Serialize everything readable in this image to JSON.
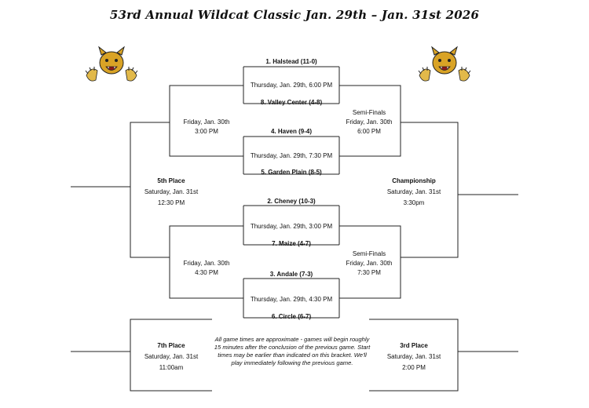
{
  "title": "53rd Annual Wildcat Classic Jan. 29th – Jan. 31st 2026",
  "logo_icon": "wildcat-mascot-icon",
  "quarterfinals": [
    {
      "top_team": "1. Halstead (11-0)",
      "time": "Thursday, Jan. 29th, 6:00 PM",
      "bottom_team": "8. Valley Center (4-8)"
    },
    {
      "top_team": "4. Haven (9-4)",
      "time": "Thursday, Jan. 29th, 7:30 PM",
      "bottom_team": "5. Garden Plain (8-5)"
    },
    {
      "top_team": "2. Cheney (10-3)",
      "time": "Thursday, Jan. 29th, 3:00 PM",
      "bottom_team": "7. Maize (4-7)"
    },
    {
      "top_team": "3. Andale (7-3)",
      "time": "Thursday, Jan. 29th, 4:30 PM",
      "bottom_team": "6. Circle (6-7)"
    }
  ],
  "consolation_top": {
    "day": "Friday, Jan. 30th",
    "time": "3:00 PM"
  },
  "consolation_bottom": {
    "day": "Friday, Jan. 30th",
    "time": "4:30 PM"
  },
  "semifinal_top": {
    "label": "Semi-Finals",
    "day": "Friday, Jan. 30th",
    "time": "6:00 PM"
  },
  "semifinal_bottom": {
    "label": "Semi-Finals",
    "day": "Friday, Jan. 30th",
    "time": "7:30 PM"
  },
  "fifth_place": {
    "label": "5th Place",
    "day": "Saturday, Jan. 31st",
    "time": "12:30 PM"
  },
  "championship": {
    "label": "Championship",
    "day": "Saturday, Jan. 31st",
    "time": "3:30pm"
  },
  "seventh_place": {
    "label": "7th Place",
    "day": "Saturday, Jan. 31st",
    "time": "11:00am"
  },
  "third_place": {
    "label": "3rd Place",
    "day": "Saturday, Jan. 31st",
    "time": "2:00 PM"
  },
  "note": "All game times are approximate - games will begin roughly 15 minutes after the conclusion of the previous game. Start times may be earlier than indicated on this bracket. We'll play immediately following the previous game."
}
